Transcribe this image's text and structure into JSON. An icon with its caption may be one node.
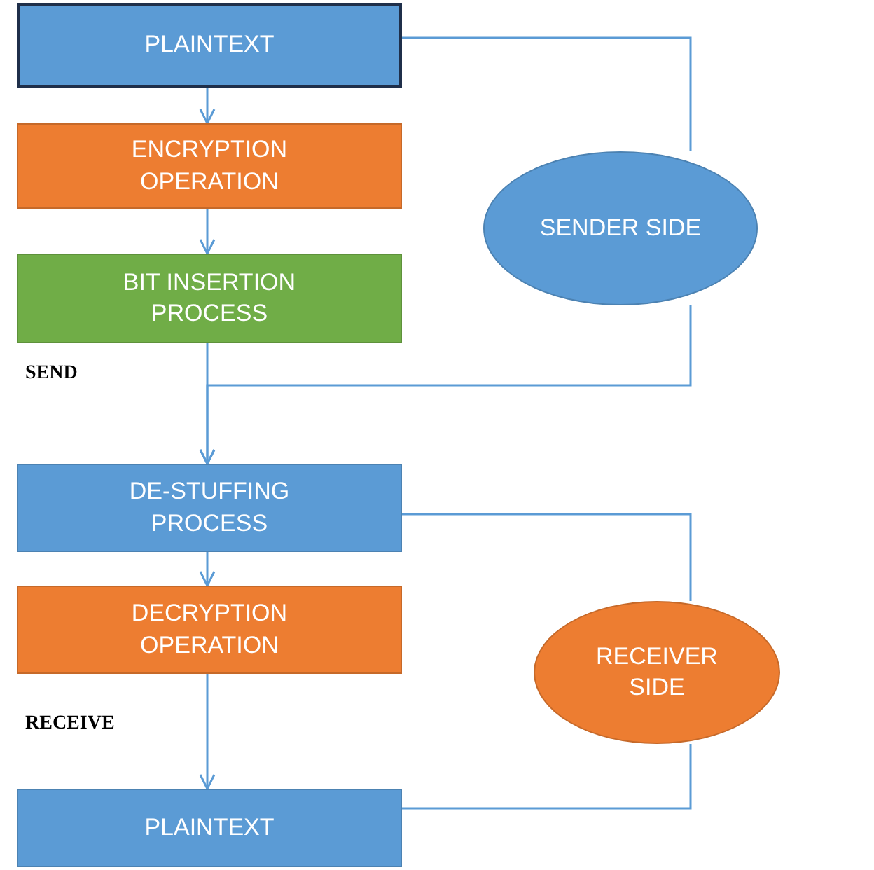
{
  "diagram": {
    "nodes": [
      {
        "text": [
          "PLAINTEXT"
        ]
      },
      {
        "text": [
          "ENCRYPTION OPERATION"
        ]
      },
      {
        "text": [
          "BIT INSERTION PROCESS"
        ]
      },
      {
        "text": [
          "SENDER SIDE"
        ]
      },
      {
        "text": [
          "DE-STUFFING PROCESS"
        ]
      },
      {
        "text": [
          "DECRYPTION OPERATION"
        ]
      },
      {
        "text": [
          "RECEIVER SIDE"
        ]
      },
      {
        "text": [
          "PLAINTEXT"
        ]
      }
    ],
    "edges": [
      {
        "from": 0,
        "to": 1,
        "arrow": "to"
      },
      {
        "from": 1,
        "to": 2,
        "arrow": "to"
      },
      {
        "from": 2,
        "to": 4,
        "arrow": "to"
      },
      {
        "from": 4,
        "to": 5,
        "arrow": "to"
      },
      {
        "from": 5,
        "to": 7,
        "arrow": "to"
      },
      {
        "from": 0,
        "to": 3,
        "arrow": "none"
      },
      {
        "from": 3,
        "to": 4,
        "arrow": "to"
      },
      {
        "from": 4,
        "to": 6,
        "arrow": "none"
      },
      {
        "from": 6,
        "to": 7,
        "arrow": "none"
      }
    ],
    "labels": [
      "SEND",
      "RECEIVE"
    ]
  }
}
